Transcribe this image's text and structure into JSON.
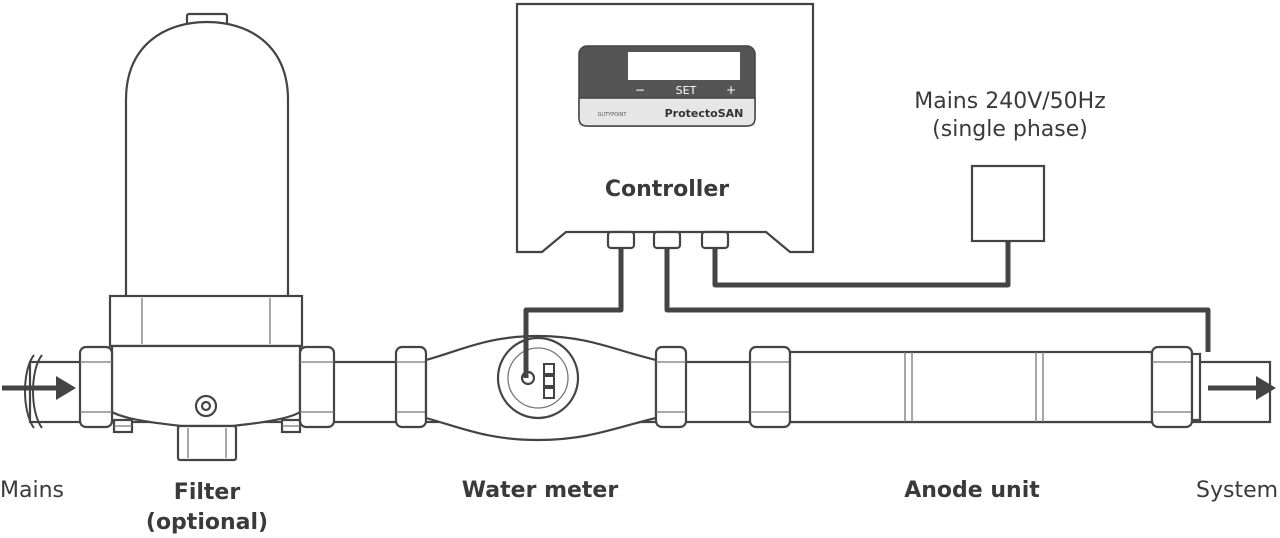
{
  "labels": {
    "mains": "Mains",
    "filter_line1": "Filter",
    "filter_line2": "(optional)",
    "water_meter": "Water meter",
    "anode_unit": "Anode unit",
    "system": "System",
    "controller": "Controller",
    "power_line1": "Mains 240V/50Hz",
    "power_line2": "(single phase)"
  },
  "controller_panel": {
    "minus": "−",
    "set": "SET",
    "plus": "+",
    "maker": "GUTYPOINT",
    "brand": "ProtectoSAN"
  },
  "colors": {
    "line": "#444444",
    "panel": "#555555",
    "text": "#3a3a3a"
  }
}
